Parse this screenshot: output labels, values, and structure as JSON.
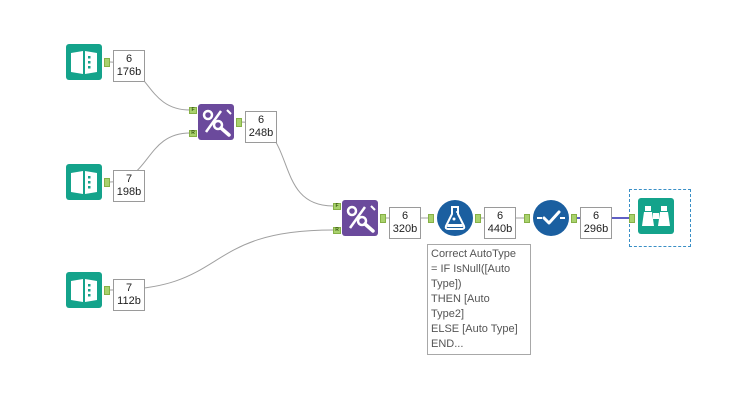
{
  "canvas": {
    "background": "#ffffff",
    "wire_color": "#a0a0a0",
    "selected_wire_color": "#2a2ab0"
  },
  "colors": {
    "input_tool": "#14a38b",
    "join_tool": "#6b4a9c",
    "formula_tool": "#1b5fa0",
    "browse_tool": "#14a38b",
    "anchor": "#a9d26d"
  },
  "tools": [
    {
      "name": "input-1",
      "icon": "book-input-icon"
    },
    {
      "name": "input-2",
      "icon": "book-input-icon"
    },
    {
      "name": "input-3",
      "icon": "book-input-icon"
    },
    {
      "name": "join-1",
      "icon": "percent-join-icon"
    },
    {
      "name": "join-2",
      "icon": "percent-join-icon"
    },
    {
      "name": "formula-1",
      "icon": "flask-formula-icon"
    },
    {
      "name": "select-1",
      "icon": "checkmark-select-icon"
    },
    {
      "name": "browse-1",
      "icon": "binoculars-icon"
    }
  ],
  "badges": {
    "input1": {
      "count": "6",
      "size": "176b"
    },
    "input2": {
      "count": "7",
      "size": "198b"
    },
    "input3": {
      "count": "7",
      "size": "112b"
    },
    "join1": {
      "count": "6",
      "size": "248b"
    },
    "join2": {
      "count": "6",
      "size": "320b"
    },
    "formula": {
      "count": "6",
      "size": "440b"
    },
    "select": {
      "count": "6",
      "size": "296b"
    }
  },
  "anchor_labels": {
    "join1_f": "F",
    "join1_r": "R",
    "join2_f": "F",
    "join2_r": "R"
  },
  "annotation": {
    "lines": [
      "Correct AutoType",
      "= IF IsNull([Auto",
      "Type])",
      "THEN [Auto",
      "Type2]",
      "ELSE [Auto Type]",
      "END..."
    ]
  }
}
